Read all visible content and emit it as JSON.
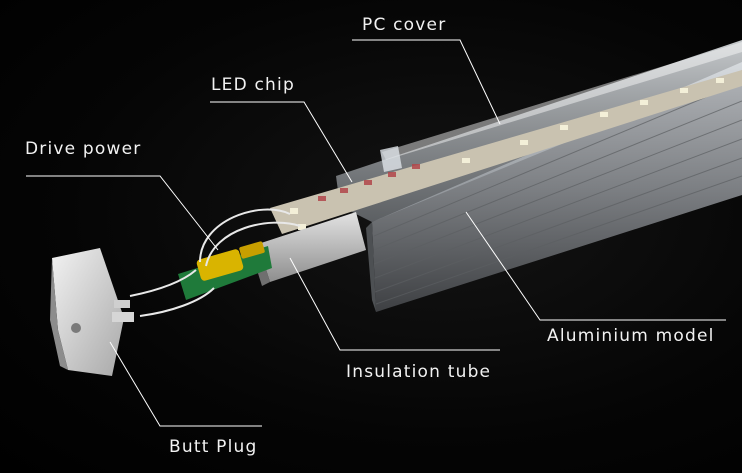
{
  "labels": {
    "pc_cover": "PC cover",
    "led_chip": "LED chip",
    "drive_power": "Drive power",
    "aluminium_model": "Aluminium model",
    "insulation_tube": "Insulation tube",
    "butt_plug": "Butt Plug"
  },
  "colors": {
    "background": "#000000",
    "label_text": "#f2f2f2",
    "leader_line": "#ffffff",
    "aluminium": "#8a8d91",
    "pcb_green": "#1f7a3a",
    "capacitor_yellow": "#d9b400",
    "led_chip": "#f3efd8",
    "led_strip_red": "#b1464b"
  }
}
